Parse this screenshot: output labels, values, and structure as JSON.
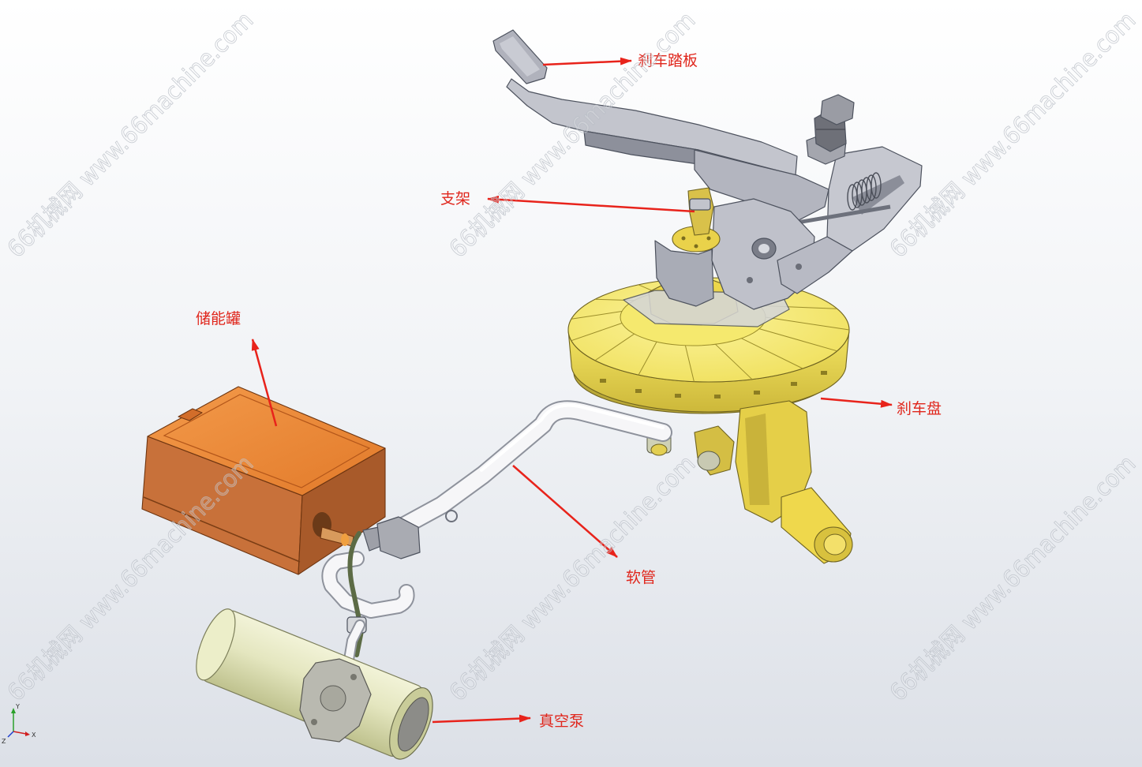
{
  "labels": {
    "brake_pedal": "刹车踏板",
    "bracket": "支架",
    "tank": "储能罐",
    "brake_disc": "刹车盘",
    "hose": "软管",
    "vacuum_pump": "真空泵"
  },
  "watermark": {
    "text": "66机械网 www.66machine.com"
  },
  "triad": {
    "x": "X",
    "y": "Y",
    "z": "Z"
  },
  "colors": {
    "label": "#e0261c",
    "arrow": "#e8231b",
    "pedal": "#c3c5cd",
    "booster": "#f4e664",
    "tank": "#ec8838",
    "pump": "#e4e6bf",
    "hose": "#f6f6f8"
  }
}
